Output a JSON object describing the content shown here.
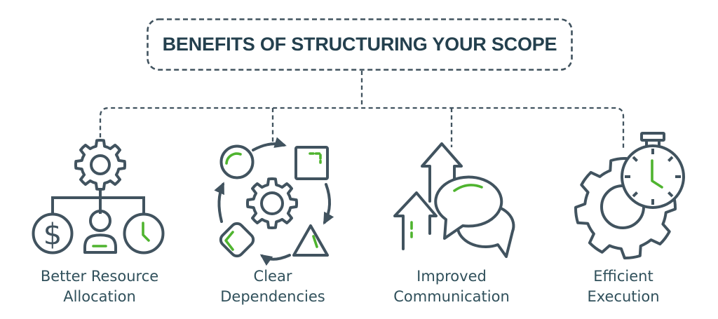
{
  "title": "BENEFITS OF STRUCTURING YOUR SCOPE",
  "colors": {
    "outline_slate": "#41535f",
    "accent_green": "#4fb42f",
    "title_ink": "#24404e",
    "label_ink": "#30505b",
    "background": "#ffffff"
  },
  "items": [
    {
      "id": "better-resource-allocation",
      "label_line1": "Better Resource",
      "label_line2": "Allocation",
      "icon": "resource-allocation-icon"
    },
    {
      "id": "clear-dependencies",
      "label_line1": "Clear",
      "label_line2": "Dependencies",
      "icon": "dependencies-cycle-icon"
    },
    {
      "id": "improved-communication",
      "label_line1": "Improved",
      "label_line2": "Communication",
      "icon": "communication-icon"
    },
    {
      "id": "efficient-execution",
      "label_line1": "Efficient",
      "label_line2": "Execution",
      "icon": "execution-icon"
    }
  ]
}
